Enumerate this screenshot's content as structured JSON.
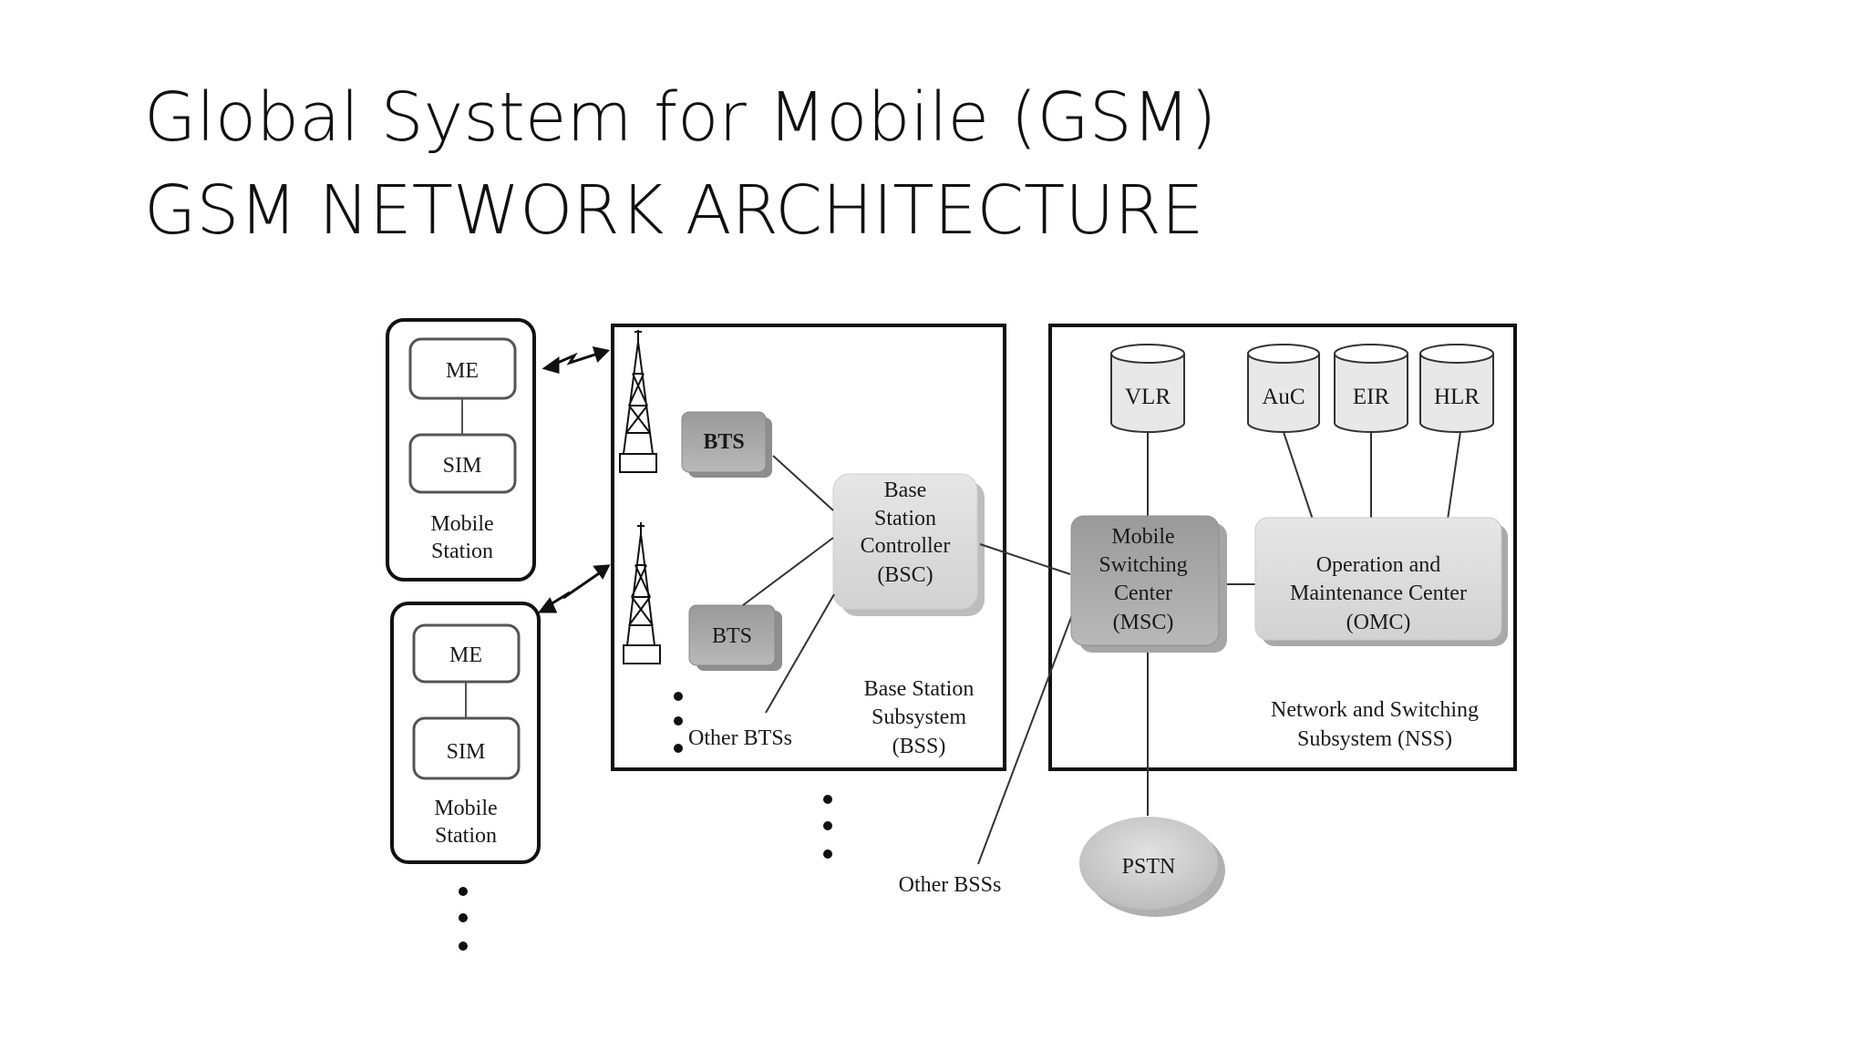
{
  "title": {
    "line1": "Global System for Mobile (GSM)",
    "line2": "GSM NETWORK ARCHITECTURE"
  },
  "diagram": {
    "mobile_station_1": {
      "me": "ME",
      "sim": "SIM",
      "label_line1": "Mobile",
      "label_line2": "Station"
    },
    "mobile_station_2": {
      "me": "ME",
      "sim": "SIM",
      "label_line1": "Mobile",
      "label_line2": "Station"
    },
    "bss": {
      "bts_1": "BTS",
      "bts_2": "BTS",
      "bsc_line1": "Base",
      "bsc_line2": "Station",
      "bsc_line3": "Controller",
      "bsc_line4": "(BSC)",
      "other_bts": "Other BTSs",
      "label_line1": "Base Station",
      "label_line2": "Subsystem",
      "label_line3": "(BSS)"
    },
    "nss": {
      "vlr": "VLR",
      "auc": "AuC",
      "eir": "EIR",
      "hlr": "HLR",
      "msc_line1": "Mobile",
      "msc_line2": "Switching",
      "msc_line3": "Center",
      "msc_line4": "(MSC)",
      "omc_line1": "Operation and",
      "omc_line2": "Maintenance Center",
      "omc_line3": "(OMC)",
      "label_line1": "Network and Switching",
      "label_line2": "Subsystem (NSS)"
    },
    "pstn": "PSTN",
    "other_bss": "Other BSSs"
  }
}
